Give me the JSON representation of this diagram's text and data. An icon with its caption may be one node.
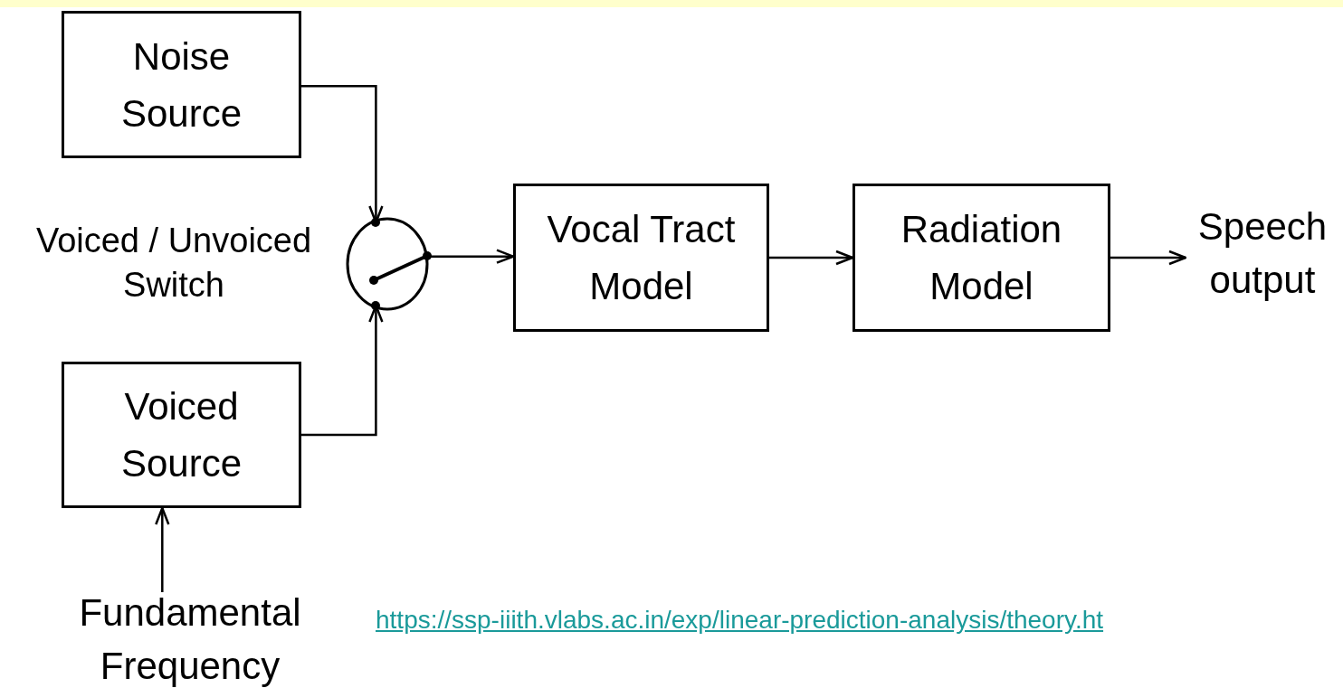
{
  "diagram": {
    "nodes": [
      {
        "text": [
          "Noise Source"
        ]
      },
      {
        "text": [
          "Voiced Source"
        ]
      },
      {
        "text": [],
        "shape": "circle",
        "beside": [
          "Voiced / Unvoiced Switch"
        ]
      },
      {
        "text": [
          "Vocal Tract Model"
        ]
      },
      {
        "text": [
          "Radiation Model"
        ]
      },
      {
        "text": [
          "Speech output"
        ]
      },
      {
        "text": [
          "Fundamental Frequency"
        ]
      }
    ],
    "edges": [
      {
        "from": 0,
        "to": 2,
        "arrow": "to"
      },
      {
        "from": 1,
        "to": 2,
        "arrow": "to"
      },
      {
        "from": 2,
        "to": 3,
        "arrow": "to"
      },
      {
        "from": 3,
        "to": 4,
        "arrow": "to"
      },
      {
        "from": 4,
        "to": 5,
        "arrow": "to"
      },
      {
        "from": 6,
        "to": 1,
        "arrow": "to"
      }
    ],
    "labels": [
      "https://ssp-iiith.vlabs.ac.in/exp/linear-prediction-analysis/theory.ht"
    ]
  }
}
